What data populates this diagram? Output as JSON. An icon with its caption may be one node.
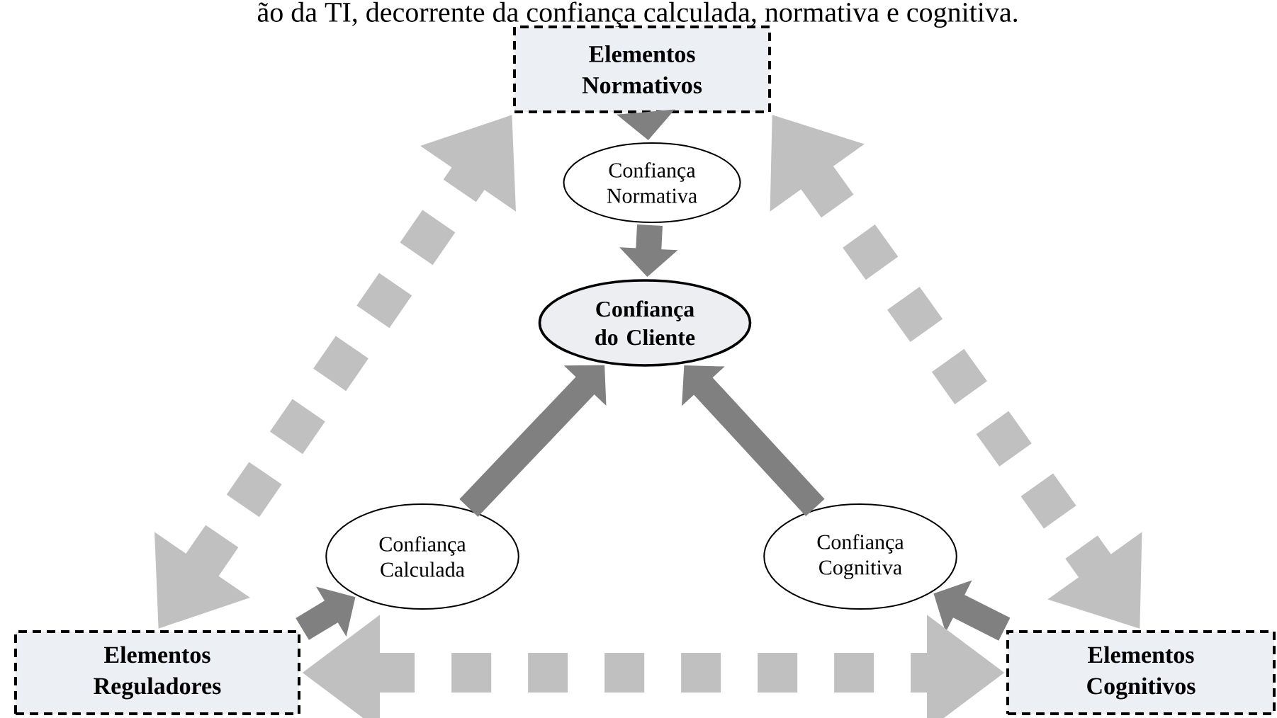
{
  "diagram": {
    "nodes": [
      {
        "text": [
          "Elementos Normativos"
        ]
      },
      {
        "text": [
          "Confiança Normativa"
        ]
      },
      {
        "text": [
          "Confiança do Cliente"
        ]
      },
      {
        "text": [
          "Confiança Calculada"
        ]
      },
      {
        "text": [
          "Confiança Cognitiva"
        ]
      },
      {
        "text": [
          "Elementos Reguladores"
        ]
      },
      {
        "text": [
          "Elementos Cognitivos"
        ]
      }
    ],
    "edges": [
      {
        "from": 0,
        "to": 1,
        "arrow": "to"
      },
      {
        "from": 1,
        "to": 2,
        "arrow": "to"
      },
      {
        "from": 5,
        "to": 3,
        "arrow": "to"
      },
      {
        "from": 3,
        "to": 2,
        "arrow": "to"
      },
      {
        "from": 6,
        "to": 4,
        "arrow": "to"
      },
      {
        "from": 4,
        "to": 2,
        "arrow": "to"
      },
      {
        "from": 5,
        "to": 0,
        "arrow": "both",
        "style": "dashed",
        "color": "#c0c0c0"
      },
      {
        "from": 0,
        "to": 6,
        "arrow": "both",
        "style": "dashed",
        "color": "#c0c0c0"
      },
      {
        "from": 5,
        "to": 6,
        "arrow": "both",
        "style": "dashed",
        "color": "#c0c0c0"
      }
    ],
    "labels": [
      "ão da TI, decorrente da confiança calculada, normativa e cognitiva."
    ]
  }
}
